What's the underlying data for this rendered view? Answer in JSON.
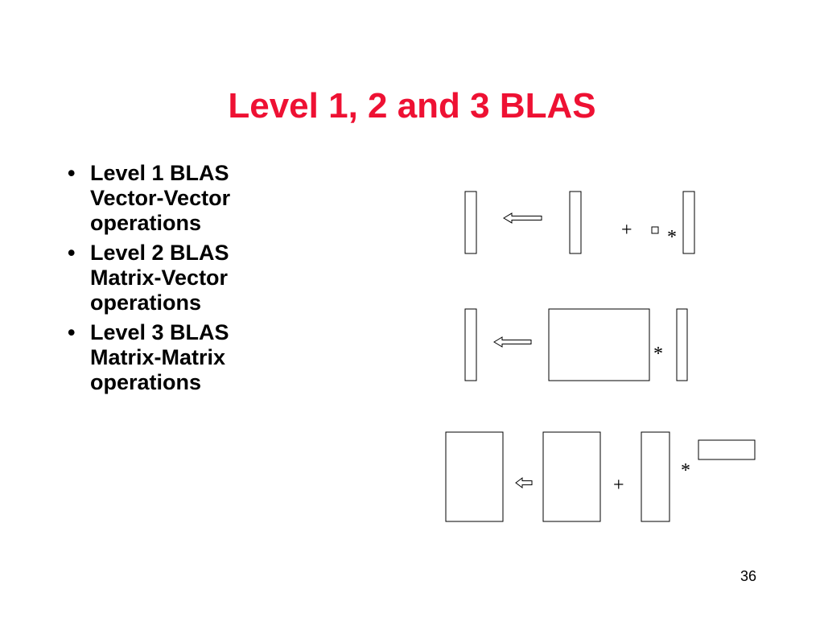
{
  "title": "Level 1, 2 and 3 BLAS",
  "colors": {
    "title": "#ee1133",
    "text": "#000000",
    "background": "#ffffff"
  },
  "bullets": [
    {
      "marker": "•",
      "lines": [
        "Level 1 BLAS",
        "Vector-Vector",
        "operations"
      ]
    },
    {
      "marker": "•",
      "lines": [
        "Level 2 BLAS",
        "Matrix-Vector",
        "operations"
      ]
    },
    {
      "marker": "•",
      "lines": [
        "Level 3 BLAS",
        "Matrix-Matrix",
        "operations"
      ]
    }
  ],
  "diagram": {
    "level1": {
      "plus": "+",
      "times": "*"
    },
    "level2": {
      "times": "*"
    },
    "level3": {
      "plus": "+",
      "times": "*"
    }
  },
  "page_number": "36"
}
